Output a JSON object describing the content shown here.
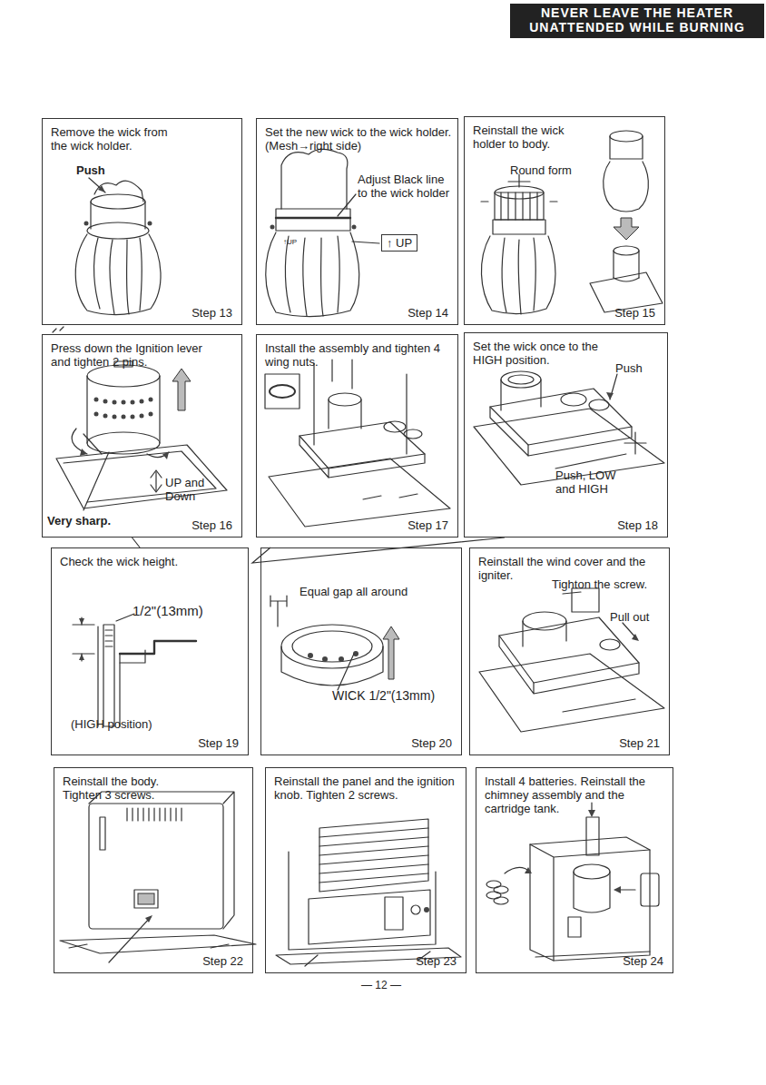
{
  "diagram": {
    "nodes": [
      {
        "text": [
          "NEVER LEAVE THE HEATER UNATTENDED WHILE BURNING"
        ]
      },
      {
        "text": [
          "Remove the wick from the wick holder.",
          "Step 13"
        ]
      },
      {
        "text": [
          "Set the new wick to the wick holder. (Mesh→right side)",
          "Step 14"
        ]
      },
      {
        "text": [
          "Reinstall the wick holder to body.",
          "Step 15"
        ]
      },
      {
        "text": [
          "Press down the Ignition lever and tighten 2 pins.",
          "Step 16"
        ]
      },
      {
        "text": [
          "Install the assembly and tighten 4 wing nuts.",
          "Step 17"
        ]
      },
      {
        "text": [
          "Set the wick once to the HIGH position.",
          "Step 18"
        ]
      },
      {
        "text": [
          "Check the wick height.",
          "Step 19"
        ]
      },
      {
        "text": [
          "Step 20"
        ]
      },
      {
        "text": [
          "Reinstall the wind cover and the igniter.",
          "Step 21"
        ]
      },
      {
        "text": [
          "Reinstall the body. Tighten 3 screws.",
          "Step 22"
        ]
      },
      {
        "text": [
          "Reinstall the panel and the ignition knob. Tighten 2 screws.",
          "Step 23"
        ]
      },
      {
        "text": [
          "Install 4 batteries. Reinstall the chimney assembly and the cartridge tank.",
          "Step 24"
        ]
      }
    ],
    "edges": [
      {
        "from": 7,
        "to": 4,
        "arrow": "none"
      },
      {
        "from": 8,
        "to": 6,
        "arrow": "none"
      }
    ],
    "labels": [
      "Push",
      "Adjust Black line to the wick holder",
      "↑UP",
      "↑ UP",
      "Round form",
      "UP and Down",
      "Very sharp.",
      "Push",
      "Push, LOW and HIGH",
      "1/2\"(13mm)",
      "(HIGH position)",
      "Equal gap all around",
      "WICK 1/2\"(13mm)",
      "Tighton the screw.",
      "Pull out",
      "— 12 —"
    ]
  }
}
